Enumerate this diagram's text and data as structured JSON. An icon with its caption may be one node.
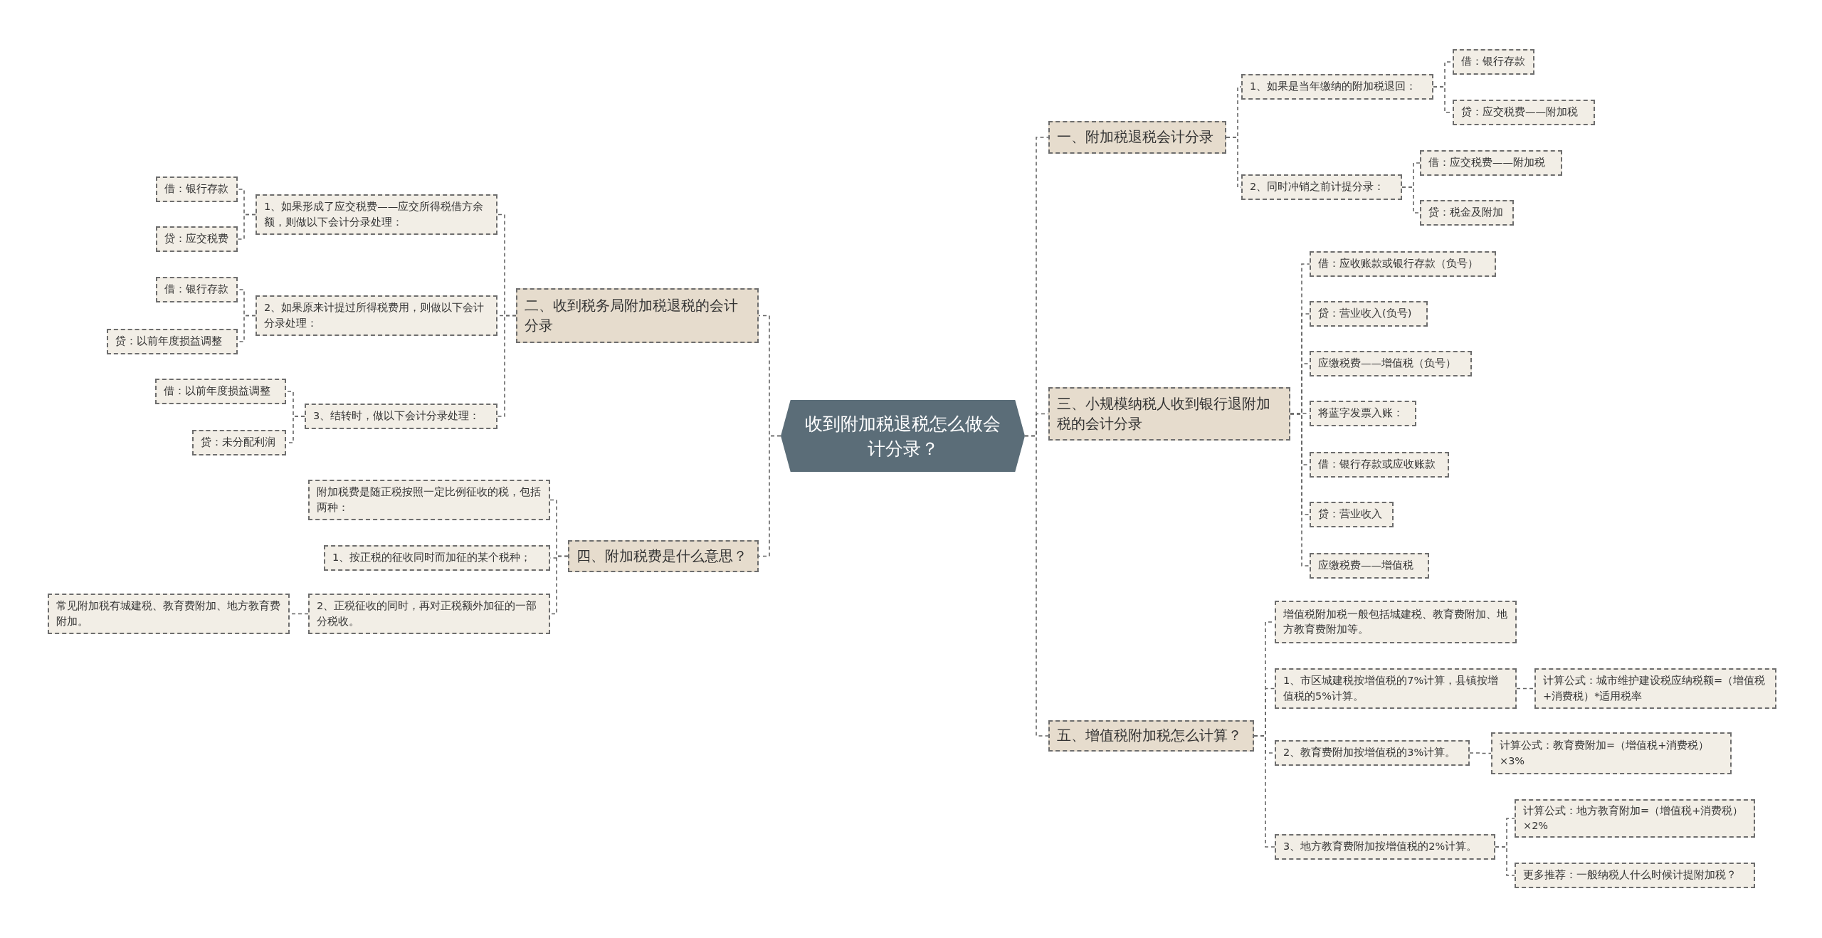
{
  "diagram": {
    "nodes": [
      {
        "text": [
          "收到附加税退税怎么做会计分录？"
        ]
      },
      {
        "text": [
          "一、附加税退税会计分录"
        ]
      },
      {
        "text": [
          "1、如果是当年缴纳的附加税退回："
        ]
      },
      {
        "text": [
          "借：银行存款"
        ]
      },
      {
        "text": [
          "贷：应交税费——附加税"
        ]
      },
      {
        "text": [
          "2、同时冲销之前计提分录："
        ]
      },
      {
        "text": [
          "借：应交税费——附加税"
        ]
      },
      {
        "text": [
          "贷：税金及附加"
        ]
      },
      {
        "text": [
          "二、收到税务局附加税退税的会计分录"
        ]
      },
      {
        "text": [
          "1、如果形成了应交税费——应交所得税借方余额，则做以下会计分录处理："
        ]
      },
      {
        "text": [
          "借：银行存款"
        ]
      },
      {
        "text": [
          "贷：应交税费"
        ]
      },
      {
        "text": [
          "2、如果原来计提过所得税费用，则做以下会计分录处理："
        ]
      },
      {
        "text": [
          "借：银行存款"
        ]
      },
      {
        "text": [
          "贷：以前年度损益调整"
        ]
      },
      {
        "text": [
          "3、结转时，做以下会计分录处理："
        ]
      },
      {
        "text": [
          "借：以前年度损益调整"
        ]
      },
      {
        "text": [
          "贷：未分配利润"
        ]
      },
      {
        "text": [
          "三、小规模纳税人收到银行退附加税的会计分录"
        ]
      },
      {
        "text": [
          "借：应收账款或银行存款（负号）"
        ]
      },
      {
        "text": [
          "贷：营业收入(负号)"
        ]
      },
      {
        "text": [
          "应缴税费——增值税（负号）"
        ]
      },
      {
        "text": [
          "将蓝字发票入账："
        ]
      },
      {
        "text": [
          "借：银行存款或应收账款"
        ]
      },
      {
        "text": [
          "贷：营业收入"
        ]
      },
      {
        "text": [
          "应缴税费——增值税"
        ]
      },
      {
        "text": [
          "四、附加税费是什么意思？"
        ]
      },
      {
        "text": [
          "附加税费是随正税按照一定比例征收的税，包括两种："
        ]
      },
      {
        "text": [
          "1、按正税的征收同时而加征的某个税种；"
        ]
      },
      {
        "text": [
          "2、正税征收的同时，再对正税额外加征的一部分税收。"
        ]
      },
      {
        "text": [
          "常见附加税有城建税、教育费附加、地方教育费附加。"
        ]
      },
      {
        "text": [
          "五、增值税附加税怎么计算？"
        ]
      },
      {
        "text": [
          "增值税附加税一般包括城建税、教育费附加、地方教育费附加等。"
        ]
      },
      {
        "text": [
          "1、市区城建税按增值税的7%计算，县镇按增值税的5%计算。"
        ]
      },
      {
        "text": [
          "计算公式：城市维护建设税应纳税额=（增值税+消费税）*适用税率"
        ]
      },
      {
        "text": [
          "2、教育费附加按增值税的3%计算。"
        ]
      },
      {
        "text": [
          "计算公式：教育费附加=（增值税+消费税）×3%"
        ]
      },
      {
        "text": [
          "3、地方教育费附加按增值税的2%计算。"
        ]
      },
      {
        "text": [
          "计算公式：地方教育附加=（增值税+消费税）×2%"
        ]
      },
      {
        "text": [
          "更多推荐：一般纳税人什么时候计提附加税？"
        ]
      }
    ],
    "edges": [
      {
        "from": 0,
        "to": 1,
        "arrow": "none"
      },
      {
        "from": 1,
        "to": 2,
        "arrow": "none"
      },
      {
        "from": 2,
        "to": 3,
        "arrow": "none"
      },
      {
        "from": 2,
        "to": 4,
        "arrow": "none"
      },
      {
        "from": 1,
        "to": 5,
        "arrow": "none"
      },
      {
        "from": 5,
        "to": 6,
        "arrow": "none"
      },
      {
        "from": 5,
        "to": 7,
        "arrow": "none"
      },
      {
        "from": 0,
        "to": 8,
        "arrow": "none"
      },
      {
        "from": 8,
        "to": 9,
        "arrow": "none"
      },
      {
        "from": 9,
        "to": 10,
        "arrow": "none"
      },
      {
        "from": 9,
        "to": 11,
        "arrow": "none"
      },
      {
        "from": 8,
        "to": 12,
        "arrow": "none"
      },
      {
        "from": 12,
        "to": 13,
        "arrow": "none"
      },
      {
        "from": 12,
        "to": 14,
        "arrow": "none"
      },
      {
        "from": 8,
        "to": 15,
        "arrow": "none"
      },
      {
        "from": 15,
        "to": 16,
        "arrow": "none"
      },
      {
        "from": 15,
        "to": 17,
        "arrow": "none"
      },
      {
        "from": 0,
        "to": 18,
        "arrow": "none"
      },
      {
        "from": 18,
        "to": 19,
        "arrow": "none"
      },
      {
        "from": 18,
        "to": 20,
        "arrow": "none"
      },
      {
        "from": 18,
        "to": 21,
        "arrow": "none"
      },
      {
        "from": 18,
        "to": 22,
        "arrow": "none"
      },
      {
        "from": 18,
        "to": 23,
        "arrow": "none"
      },
      {
        "from": 18,
        "to": 24,
        "arrow": "none"
      },
      {
        "from": 18,
        "to": 25,
        "arrow": "none"
      },
      {
        "from": 0,
        "to": 26,
        "arrow": "none"
      },
      {
        "from": 26,
        "to": 27,
        "arrow": "none"
      },
      {
        "from": 26,
        "to": 28,
        "arrow": "none"
      },
      {
        "from": 26,
        "to": 29,
        "arrow": "none"
      },
      {
        "from": 29,
        "to": 30,
        "arrow": "none"
      },
      {
        "from": 0,
        "to": 31,
        "arrow": "none"
      },
      {
        "from": 31,
        "to": 32,
        "arrow": "none"
      },
      {
        "from": 31,
        "to": 33,
        "arrow": "none"
      },
      {
        "from": 33,
        "to": 34,
        "arrow": "none"
      },
      {
        "from": 31,
        "to": 35,
        "arrow": "none"
      },
      {
        "from": 35,
        "to": 36,
        "arrow": "none"
      },
      {
        "from": 31,
        "to": 37,
        "arrow": "none"
      },
      {
        "from": 37,
        "to": 38,
        "arrow": "none"
      },
      {
        "from": 37,
        "to": 39,
        "arrow": "none"
      }
    ]
  }
}
